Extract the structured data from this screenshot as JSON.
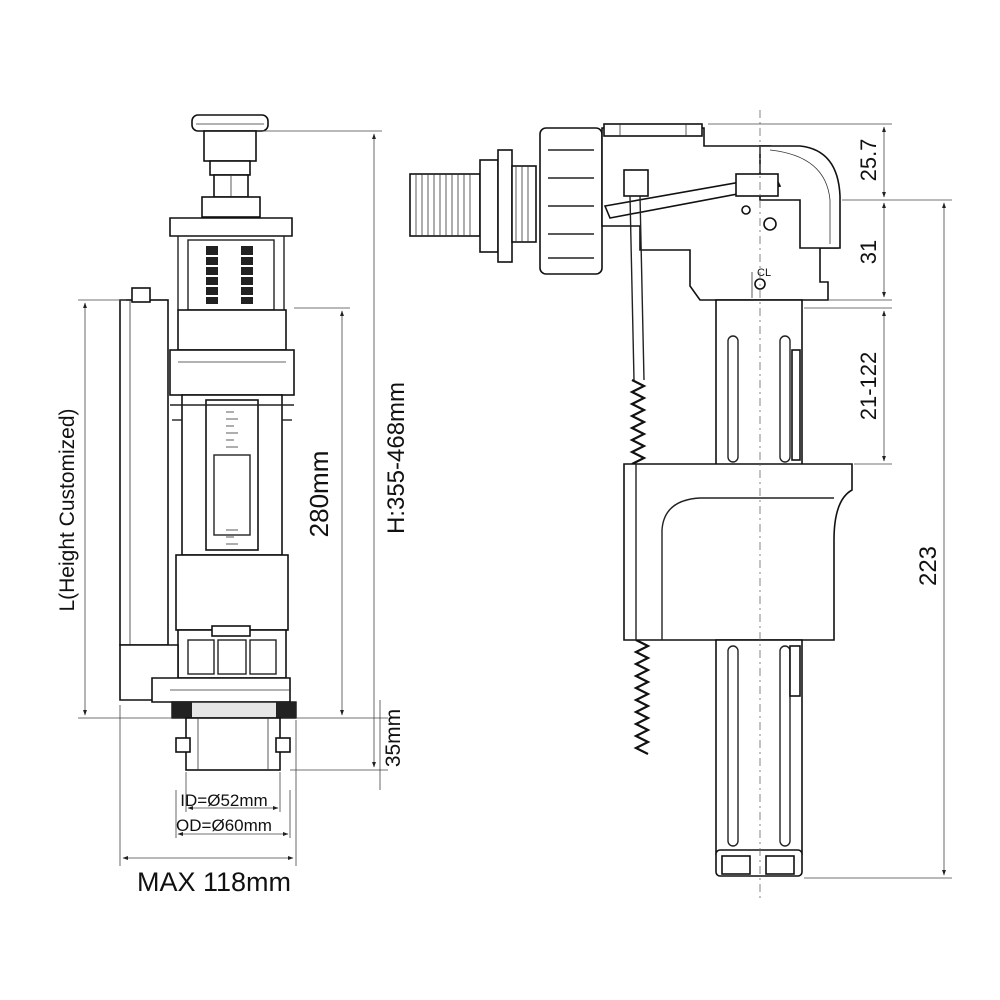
{
  "labels": {
    "height_customized": "L(Height Customized)",
    "outlet_280": "280mm",
    "overall_height": "H:355-468mm",
    "outlet_35": "35mm",
    "inner_diameter": "ID=Ø52mm",
    "outer_diameter": "OD=Ø60mm",
    "max_width": "MAX 118mm",
    "dim_25_7": "25.7",
    "dim_31": "31",
    "dim_21_122": "21-122",
    "dim_223": "223",
    "centerline": "CL"
  }
}
